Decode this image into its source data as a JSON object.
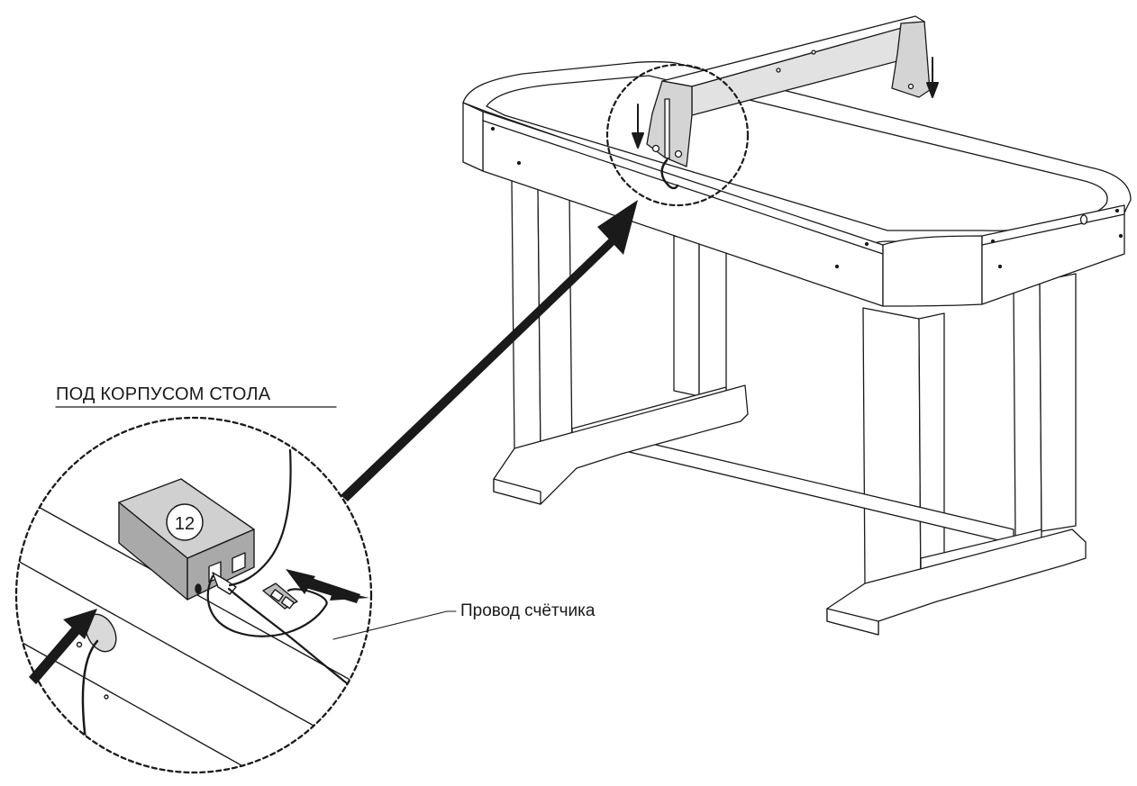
{
  "labels": {
    "under_table": "ПОД КОРПУСОМ СТОЛА",
    "counter_wire": "Провод счётчика",
    "part_number": "12"
  },
  "colors": {
    "line": "#1a1a1a",
    "fill_white": "#ffffff",
    "box_top": "#d0d0d0",
    "box_side": "#a9a9a9",
    "connector": "#bdbdbd"
  }
}
